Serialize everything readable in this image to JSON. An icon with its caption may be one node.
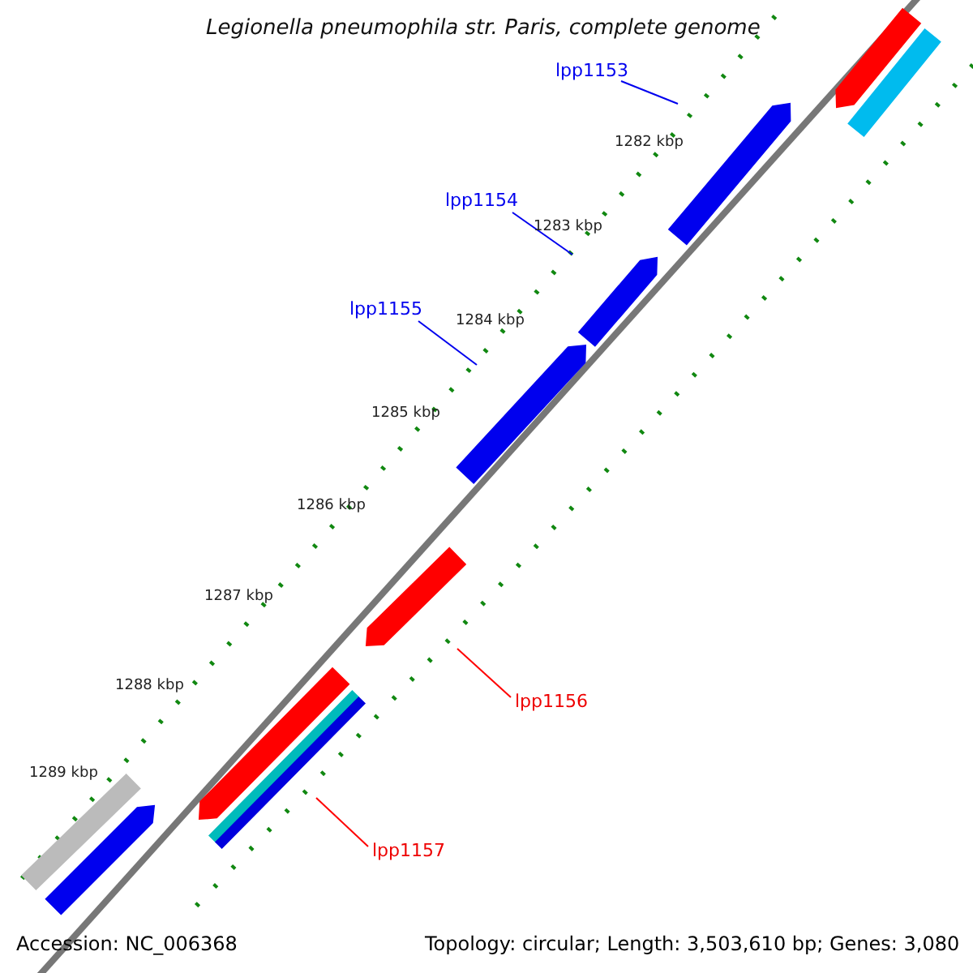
{
  "diagram": {
    "title": "Legionella pneumophila str. Paris, complete genome",
    "nodes": [
      {
        "text": [
          "lpp1153"
        ]
      },
      {
        "text": [
          "lpp1154"
        ]
      },
      {
        "text": [
          "lpp1155"
        ]
      },
      {
        "text": [
          "lpp1156"
        ]
      },
      {
        "text": [
          "lpp1157"
        ]
      }
    ],
    "edges": [
      {
        "from": 0,
        "to": null,
        "arrow": "none"
      },
      {
        "from": 1,
        "to": null,
        "arrow": "none"
      },
      {
        "from": 2,
        "to": null,
        "arrow": "none"
      },
      {
        "from": 3,
        "to": null,
        "arrow": "none",
        "color": "#ff0000"
      },
      {
        "from": 4,
        "to": null,
        "arrow": "none",
        "color": "#ff0000"
      }
    ],
    "labels": [
      "1282 kbp",
      "1283 kbp",
      "1284 kbp",
      "1285 kbp",
      "1286 kbp",
      "1287 kbp",
      "1288 kbp",
      "1289 kbp",
      "Accession: NC_006368",
      "Topology: circular; Length: 3,503,610 bp; Genes: 3,080"
    ]
  }
}
